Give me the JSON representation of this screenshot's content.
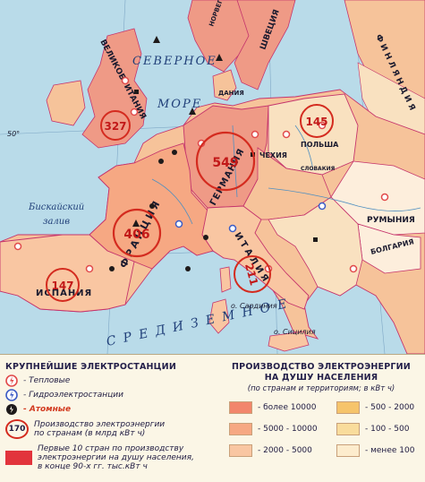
{
  "colors": {
    "sea": "#b9dbe9",
    "land_high": "#ef9a86",
    "land_mid": "#f6c39a",
    "land_low": "#f9e1c0",
    "land_pale": "#fdeedc",
    "border": "#c5346c",
    "thermal": "#e14a4a",
    "hydro": "#3c5cc5",
    "nuclear": "#1e1a1a",
    "circle": "#d42b1f"
  },
  "map": {
    "seas": {
      "north_sea": [
        "СЕВЕРНОЕ",
        "МОРЕ"
      ],
      "biscay": [
        "Бискайский",
        "залив"
      ],
      "mediterranean": "С Р Е Д И З Е М Н О Е"
    },
    "latitude": "50°",
    "countries": {
      "britain": "ВЕЛИКОБРИТАНИЯ",
      "france": "ФРАНЦИЯ",
      "germany": "ГЕРМАНИЯ",
      "spain": "ИСПАНИЯ",
      "italy": "ИТАЛИЯ",
      "poland": "ПОЛЬША",
      "czech": "ЧЕХИЯ",
      "romania": "РУМЫНИЯ",
      "bulgaria": "БОЛГАРИЯ",
      "denmark": "ДАНИЯ",
      "sweden": "ШВЕЦИЯ",
      "norway": "НОРВЕГИЯ",
      "finland": "ФИНЛЯНДИЯ",
      "slovakia": "СЛОВАКИЯ"
    },
    "islands": {
      "sardinia": "о. Сардиния",
      "sicily": "о. Сицилия"
    },
    "production": [
      {
        "country": "Великобритания",
        "value": "327"
      },
      {
        "country": "Германия",
        "value": "549"
      },
      {
        "country": "Польша",
        "value": "145"
      },
      {
        "country": "Франция",
        "value": "406"
      },
      {
        "country": "Испания",
        "value": "147"
      },
      {
        "country": "Италия",
        "value": "211"
      }
    ]
  },
  "legend": {
    "left_title": "КРУПНЕЙШИЕ ЭЛЕКТРОСТАНЦИИ",
    "thermal": "- Тепловые",
    "hydro": "- Гидроэлектростанции",
    "nuclear": "- Атомные",
    "circle_value": "170",
    "circle_text_1": "Производство электроэнергии",
    "circle_text_2": "по странам (в млрд кВт ч)",
    "top10_text_1": "Первые 10 стран по производству",
    "top10_text_2": "электроэнергии на душу населения,",
    "top10_text_3": "в конце 90-х гг. тыс.кВт ч",
    "right_title_1": "ПРОИЗВОДСТВО ЭЛЕКТРОЭНЕРГИИ",
    "right_title_2": "НА ДУШУ НАСЕЛЕНИЯ",
    "right_subtitle": "(по странам и территориям; в кВт ч)",
    "scale": [
      {
        "label": "- более 10000",
        "color": "#f2866c"
      },
      {
        "label": "- 5000 - 10000",
        "color": "#f6a883"
      },
      {
        "label": "- 2000 - 5000",
        "color": "#f9c6a2"
      },
      {
        "label": "- 500 - 2000",
        "color": "#f6c46b"
      },
      {
        "label": "- 100 - 500",
        "color": "#f9dc9c"
      },
      {
        "label": "- менее 100",
        "color": "#fdeccd"
      }
    ]
  }
}
